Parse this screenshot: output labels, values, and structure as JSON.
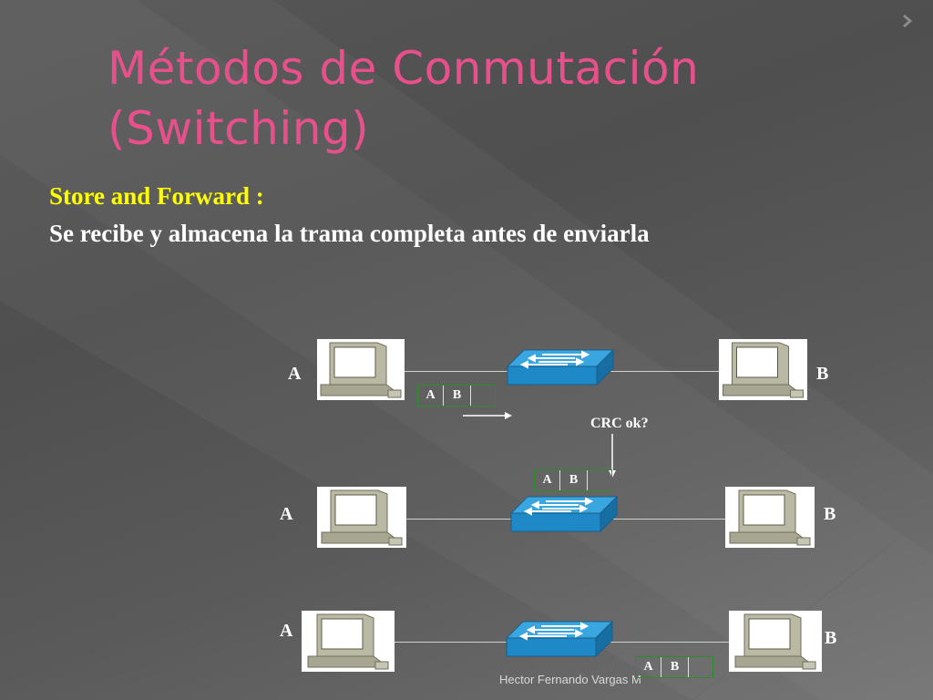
{
  "title": "Métodos de Conmutación (Switching)",
  "subtitle": "Store and Forward :",
  "description": "Se recibe y almacena la trama completa antes de enviarla",
  "footer": "Hector Fernando Vargas M",
  "crc_label": "CRC ok?",
  "node_a": "A",
  "node_b": "B",
  "frame_fields": [
    "A",
    "B"
  ],
  "colors": {
    "title": "#e8508c",
    "subtitle": "#ffff00",
    "switch": "#1e90d0",
    "frame_border": "#2e8b2e"
  },
  "icons": [
    "computer-icon",
    "switch-icon",
    "arrow-right-icon",
    "arrow-down-icon"
  ]
}
